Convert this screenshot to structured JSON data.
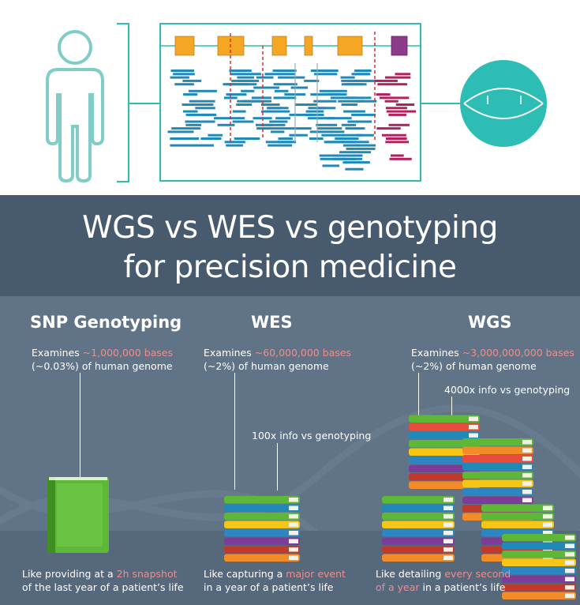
{
  "title": {
    "line1": "WGS vs WES vs genotyping",
    "line2": "for precision medicine"
  },
  "columns": [
    {
      "heading": "SNP Genotyping",
      "examines_prefix": "Examines ",
      "examines_value": "~1,000,000 bases",
      "fraction": "(~0.03%) of human genome",
      "caption_pre": "Like providing at a ",
      "caption_hl": "2h snapshot",
      "caption_line2": "of the last year of a patient’s life"
    },
    {
      "heading": "WES",
      "examines_prefix": "Examines ",
      "examines_value": "~60,000,000 bases",
      "fraction": "(~2%) of human genome",
      "info": "100x info vs genotyping",
      "caption_pre": "Like capturing a ",
      "caption_hl": "major event",
      "caption_line2": "in a year of a patient’s life"
    },
    {
      "heading": "WGS",
      "examines_prefix": "Examines ",
      "examines_value": "~3,000,000,000 bases",
      "fraction": "(~2%) of human genome",
      "info": "4000x info vs genotyping",
      "caption_pre": "Like detailing ",
      "caption_hl": "every second",
      "caption_hl2": "of a year",
      "caption_post": " in  a patient’s life"
    }
  ],
  "colors": {
    "teal": "#2dbdb4",
    "teal_outline": "#7fcdc6",
    "banner": "#485a6e",
    "panel": "#617487",
    "highlight": "#f08c8c",
    "orange_exon": "#f5a623",
    "purple_exon": "#8e3a8a",
    "read_blue": "#1f8ab8",
    "read_magenta": "#b0215e",
    "book_green": "#5cb836"
  }
}
